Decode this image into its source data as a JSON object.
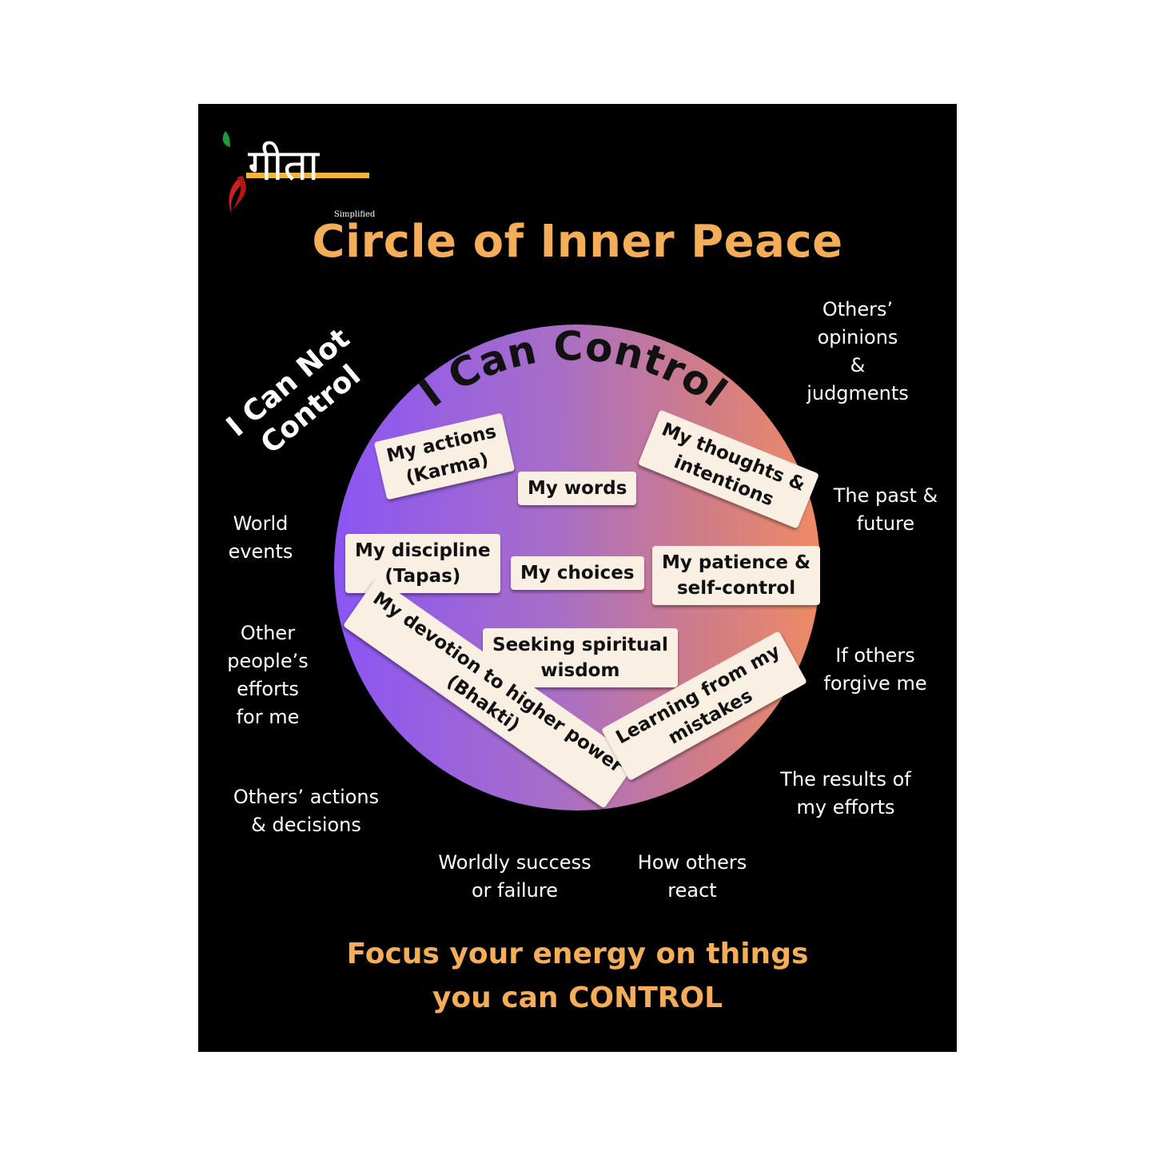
{
  "logo": {
    "devanagari": "गीता",
    "sub": "Simplified"
  },
  "title": "Circle of Inner Peace",
  "circle_title": "I Can Control",
  "outer_title_line1": "I Can Not",
  "outer_title_line2": "Control",
  "can_control": [
    {
      "line1": "My actions",
      "line2": "(Karma)"
    },
    {
      "line1": "My words",
      "line2": ""
    },
    {
      "line1": "My thoughts &",
      "line2": "intentions"
    },
    {
      "line1": "My discipline",
      "line2": "(Tapas)"
    },
    {
      "line1": "My choices",
      "line2": ""
    },
    {
      "line1": "My patience &",
      "line2": "self-control"
    },
    {
      "line1": "Seeking spiritual",
      "line2": "wisdom"
    },
    {
      "line1": "My devotion to higher power",
      "line2": "(Bhakti)"
    },
    {
      "line1": "Learning from my",
      "line2": "mistakes"
    }
  ],
  "cannot_control": [
    {
      "lines": [
        "Others’",
        "opinions",
        "&",
        "judgments"
      ]
    },
    {
      "lines": [
        "The past &",
        "future"
      ]
    },
    {
      "lines": [
        "If others",
        "forgive me"
      ]
    },
    {
      "lines": [
        "The results of",
        "my efforts"
      ]
    },
    {
      "lines": [
        "How others",
        "react"
      ]
    },
    {
      "lines": [
        "Worldly success",
        "or failure"
      ]
    },
    {
      "lines": [
        "Others’ actions",
        "& decisions"
      ]
    },
    {
      "lines": [
        "Other",
        "people’s",
        "efforts",
        "for me"
      ]
    },
    {
      "lines": [
        "World",
        "events"
      ]
    }
  ],
  "footer_line1": "Focus your energy on things",
  "footer_line2": "you can CONTROL",
  "colors": {
    "background": "#000000",
    "accent": "#f5ae57",
    "chip": "#f9efe3",
    "gradient_left": "#8b55f4",
    "gradient_right": "#ee8a64",
    "logo_bar": "#f3b43a"
  }
}
